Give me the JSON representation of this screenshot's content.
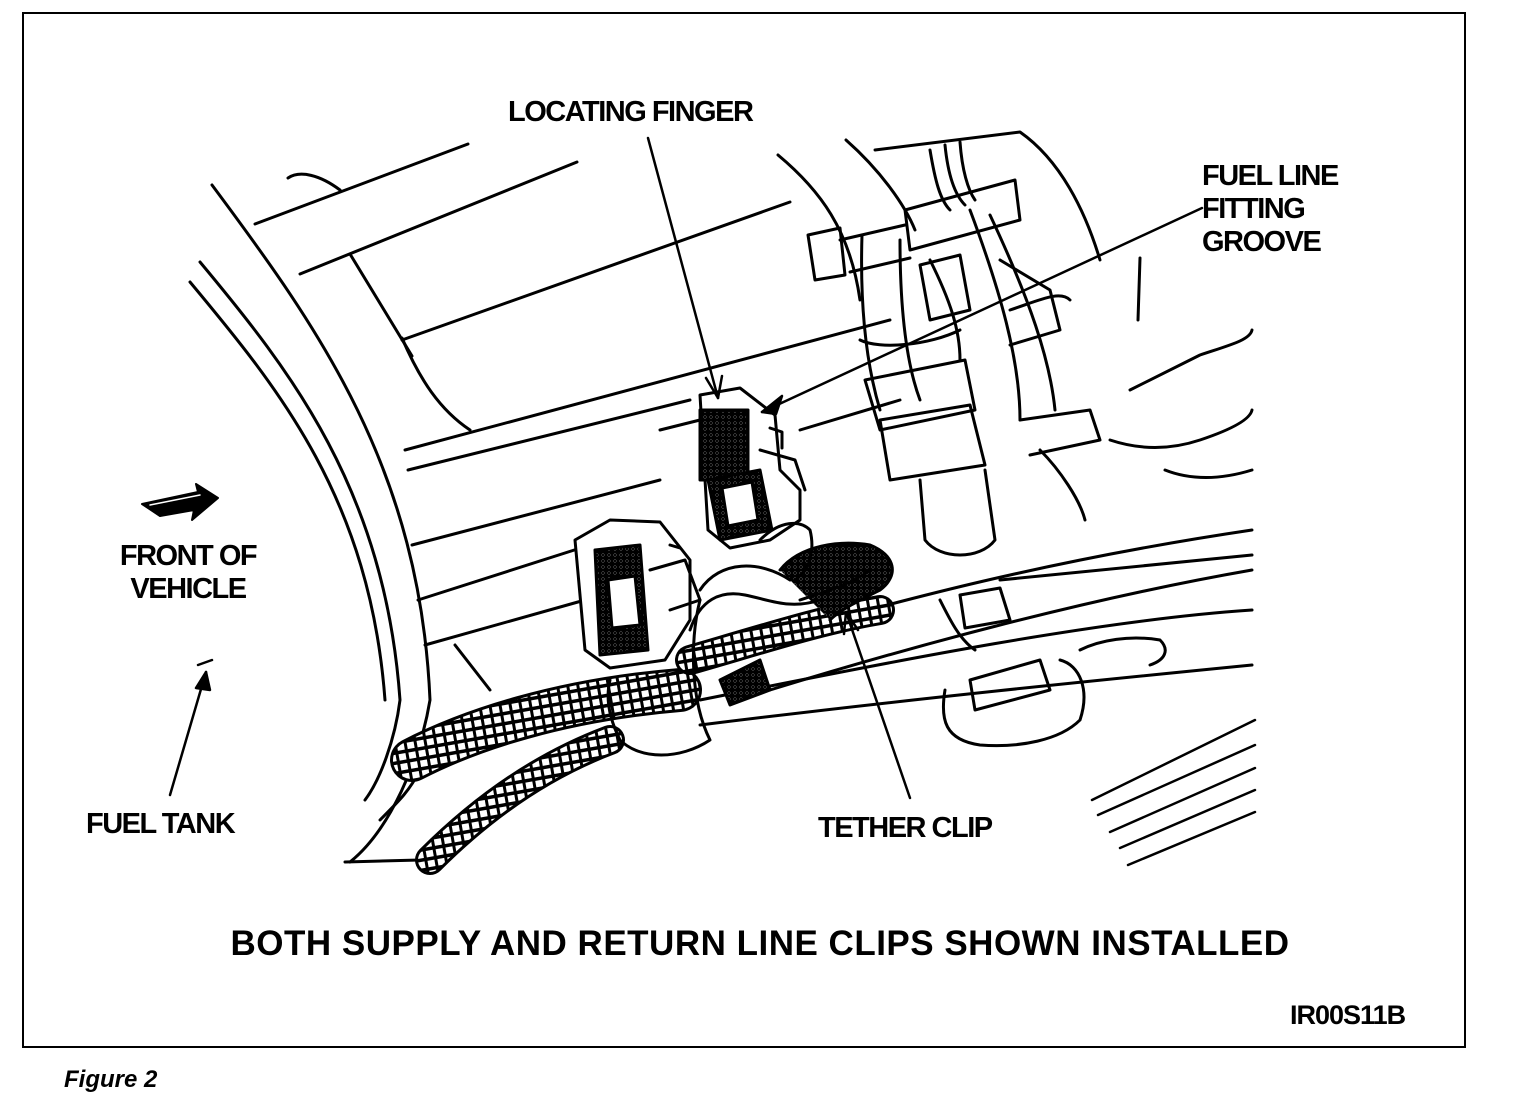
{
  "labels": {
    "locating_finger": "LOCATING FINGER",
    "fuel_line_fitting_groove": [
      "FUEL LINE",
      "FITTING",
      "GROOVE"
    ],
    "front_of_vehicle": [
      "FRONT OF",
      "VEHICLE"
    ],
    "fuel_tank": "FUEL TANK",
    "tether_clip": "TETHER CLIP"
  },
  "caption": "BOTH SUPPLY AND RETURN LINE CLIPS SHOWN INSTALLED",
  "drawing_code": "IR00S11B",
  "figure_label": "Figure 2"
}
